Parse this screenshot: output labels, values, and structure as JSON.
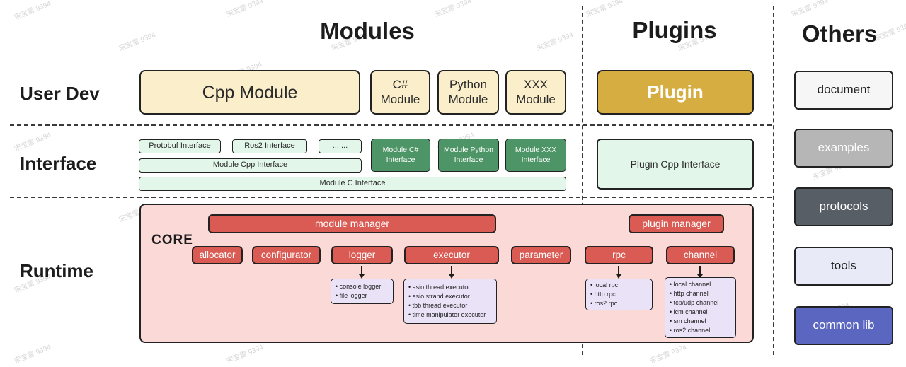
{
  "watermark": "宋宝雷 9394",
  "colors": {
    "ink": "#222222",
    "cream": "#fbeecb",
    "gold": "#d6ad41",
    "light-green": "#e3f6ea",
    "dark-green": "#4d9566",
    "pink": "#fbd9d6",
    "red": "#d95b53",
    "lavender": "#eae3f8"
  },
  "headers": {
    "modules": "Modules",
    "plugins": "Plugins",
    "others": "Others"
  },
  "row_labels": {
    "user_dev": "User Dev",
    "interface": "Interface",
    "runtime": "Runtime"
  },
  "user_dev": {
    "cpp_module": "Cpp Module",
    "csharp_module": "C# Module",
    "python_module": "Python Module",
    "xxx_module": "XXX Module",
    "plugin": "Plugin"
  },
  "interface": {
    "protobuf": "Protobuf Interface",
    "ros2": "Ros2 Interface",
    "ellipsis": "... ...",
    "module_cpp": "Module Cpp Interface",
    "module_c": "Module C Interface",
    "module_csharp": "Module C# Interface",
    "module_python": "Module Python Interface",
    "module_xxx": "Module XXX Interface",
    "plugin_cpp": "Plugin Cpp Interface"
  },
  "runtime": {
    "core_label": "CORE",
    "module_manager": "module manager",
    "plugin_manager": "plugin manager",
    "components": [
      "allocator",
      "configurator",
      "logger",
      "executor",
      "parameter",
      "rpc",
      "channel"
    ],
    "logger_impls": [
      "console logger",
      "file logger"
    ],
    "executor_impls": [
      "asio thread executor",
      "asio strand executor",
      "tbb thread executor",
      "time manipulator executor"
    ],
    "rpc_impls": [
      "local rpc",
      "http rpc",
      "ros2 rpc"
    ],
    "channel_impls": [
      "local channel",
      "http channel",
      "tcp/udp channel",
      "lcm channel",
      "sm channel",
      "ros2 channel"
    ]
  },
  "others": {
    "items": [
      {
        "label": "document",
        "bg": "#f6f6f6",
        "fg": "#222222"
      },
      {
        "label": "examples",
        "bg": "#b6b6b6",
        "fg": "#ffffff"
      },
      {
        "label": "protocols",
        "bg": "#585e66",
        "fg": "#ffffff"
      },
      {
        "label": "tools",
        "bg": "#e8ebf7",
        "fg": "#222222"
      },
      {
        "label": "common lib",
        "bg": "#5b66c0",
        "fg": "#ffffff"
      }
    ]
  }
}
